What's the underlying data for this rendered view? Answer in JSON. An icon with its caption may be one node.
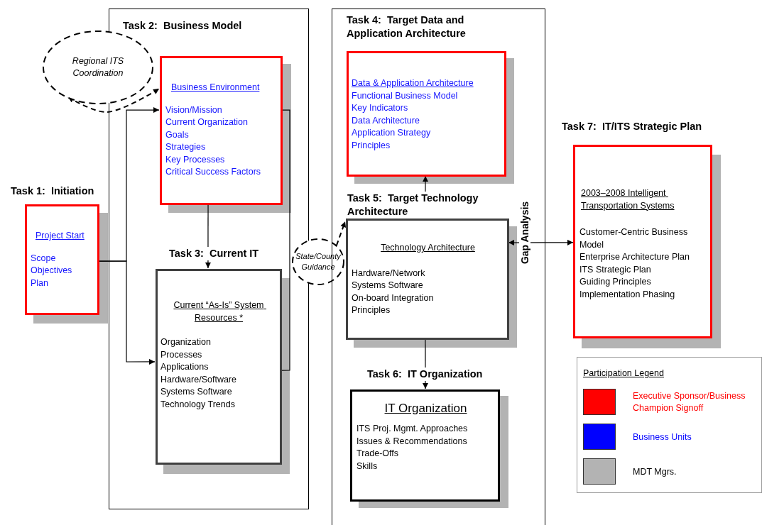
{
  "diagram": {
    "nodes": [
      {
        "text": [
          "Task 1:  Initiation",
          "Project Start",
          "Scope",
          "Objectives",
          "Plan"
        ]
      },
      {
        "text": [
          "Task 2:  Business Model"
        ]
      },
      {
        "text": [
          "Regional ITS Coordination"
        ]
      },
      {
        "text": [
          "Business Environment",
          "Vision/Mission",
          "Current Organization",
          "Goals",
          "Strategies",
          "Key Processes",
          "Critical Success Factors"
        ],
        "in": 1
      },
      {
        "text": [
          "Task 3:  Current IT",
          "Current “As-Is” System Resources *",
          "Organization",
          "Processes",
          "Applications",
          "Hardware/Software",
          "Systems Software",
          "Technology Trends"
        ],
        "in": 1
      },
      {
        "text": [
          "State/County Guidance"
        ]
      },
      {
        "text": [
          "Task 4:  Target Data and Application Architecture"
        ]
      },
      {
        "text": [
          "Data & Application Architecture",
          "Functional Business Model",
          "Key Indicators",
          "Data Architecture",
          "Application Strategy",
          "Principles"
        ],
        "in": 6
      },
      {
        "text": [
          "Task 5:  Target Technology Architecture",
          "Technology Architecture",
          "Hardware/Network",
          "Systems Software",
          "On-board Integration",
          "Principles"
        ],
        "in": 6
      },
      {
        "text": [
          "Task 6:  IT Organization",
          "IT Organization",
          "ITS Proj. Mgmt. Approaches",
          "Issues & Recommendations",
          "Trade-Offs",
          "Skills"
        ],
        "in": 6
      },
      {
        "text": [
          "Task 7:  IT/ITS Strategic Plan",
          "2003–2008 Intelligent Transportation Systems",
          "Customer-Centric Business Model",
          "Enterprise Architecture Plan",
          "ITS Strategic Plan",
          "Guiding Principles",
          "Implementation Phasing"
        ]
      }
    ],
    "edges": [
      {
        "from": 0,
        "to": 3,
        "arrow": "to"
      },
      {
        "from": 0,
        "to": 4,
        "arrow": "to"
      },
      {
        "from": 2,
        "to": 3,
        "arrow": "both",
        "style": "dashed"
      },
      {
        "from": 3,
        "to": 4,
        "arrow": "to"
      },
      {
        "from": 4,
        "to": 3,
        "arrow": "none"
      },
      {
        "from": 5,
        "to": 8,
        "arrow": "to",
        "style": "dashed"
      },
      {
        "from": 8,
        "to": 7,
        "arrow": "to"
      },
      {
        "from": 8,
        "to": 9,
        "arrow": "to"
      },
      {
        "from": 8,
        "to": 10,
        "arrow": "both",
        "label": "Gap Analysis"
      }
    ],
    "labels": [
      "Participation Legend"
    ],
    "legend": [
      {
        "text": "Executive Sponsor/Business Champion Signoff",
        "color": "#ff0000"
      },
      {
        "text": "Business Units",
        "color": "#0000ff"
      },
      {
        "text": "MDT Mgrs.",
        "color": "#b3b3b3"
      }
    ]
  }
}
